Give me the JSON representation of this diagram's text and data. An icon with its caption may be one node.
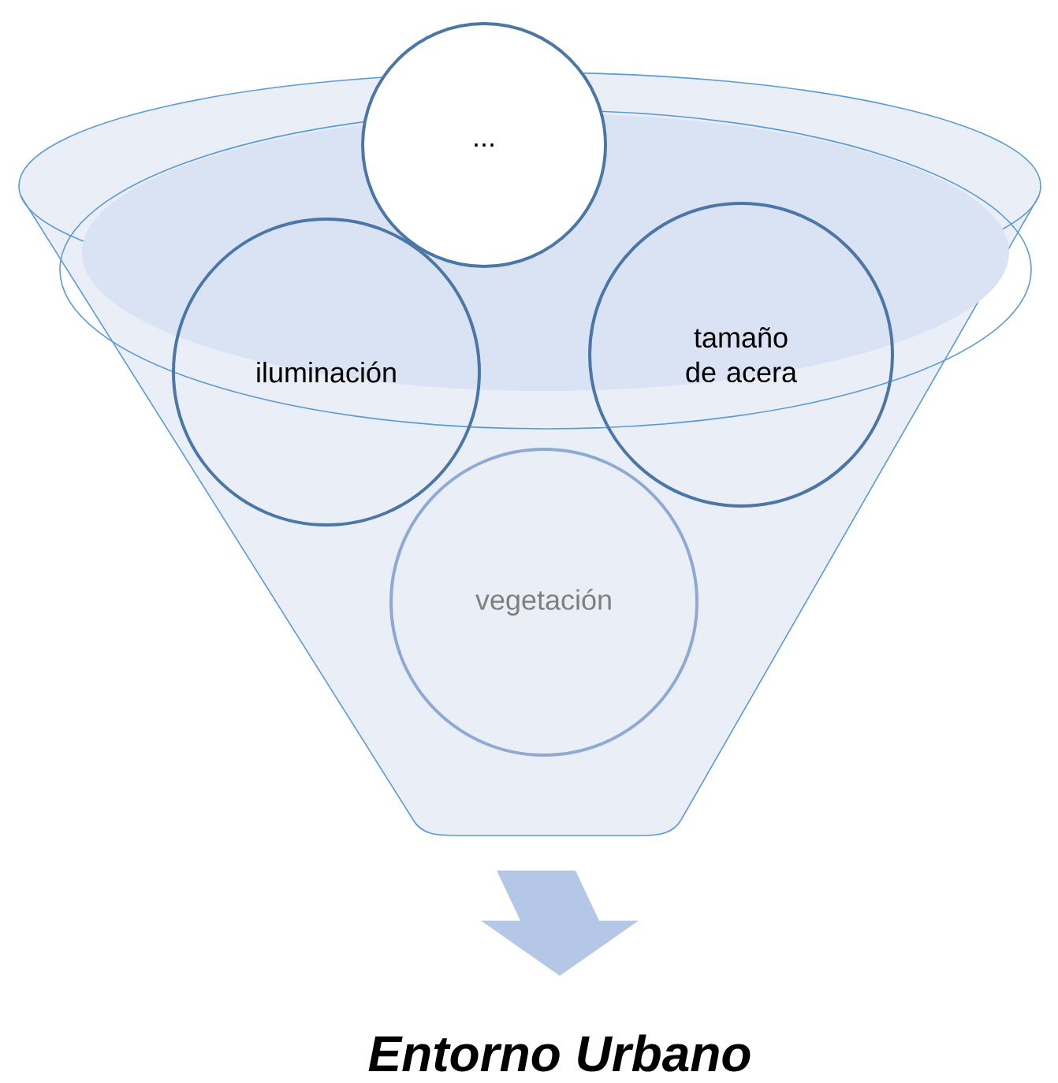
{
  "diagram": {
    "nodes": [
      {
        "text": [],
        "shape": "funnel"
      },
      {
        "text": [
          "..."
        ]
      },
      {
        "text": [
          "iluminación"
        ],
        "in": 0
      },
      {
        "text": [
          "tamaño de acera"
        ],
        "in": 0
      },
      {
        "text": [
          "vegetación"
        ],
        "in": 0
      },
      {
        "text": [
          "Entorno Urbano"
        ]
      }
    ],
    "edges": [
      {
        "from": 0,
        "to": 5,
        "arrow": "to"
      }
    ]
  }
}
